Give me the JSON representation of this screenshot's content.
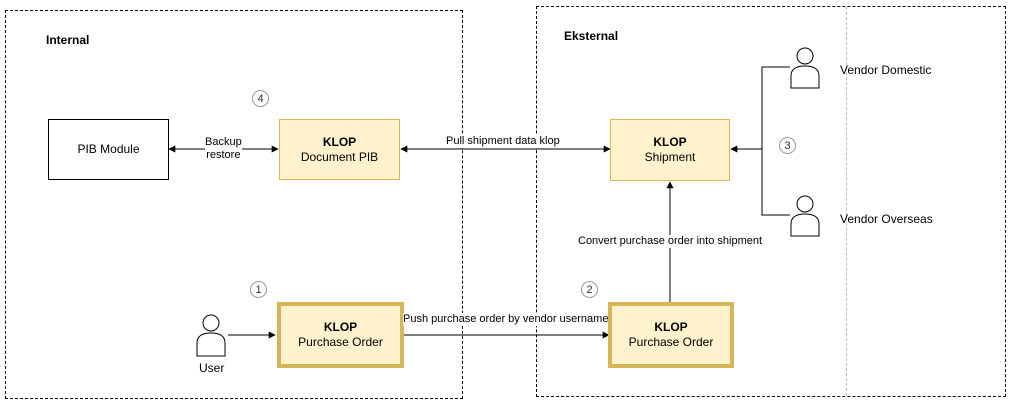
{
  "zones": {
    "internal_title": "Internal",
    "external_title": "Eksternal"
  },
  "nodes": {
    "pib_module": "PIB Module",
    "doc_pib": {
      "title": "KLOP",
      "subtitle": "Document PIB"
    },
    "shipment": {
      "title": "KLOP",
      "subtitle": "Shipment"
    },
    "po_internal": {
      "title": "KLOP",
      "subtitle": "Purchase Order"
    },
    "po_external": {
      "title": "KLOP",
      "subtitle": "Purchase Order"
    }
  },
  "actors": {
    "user": "User",
    "vendor_domestic": "Vendor Domestic",
    "vendor_overseas": "Vendor Overseas"
  },
  "edges": {
    "backup_restore": [
      "Backup",
      "restore"
    ],
    "pull_shipment": "Pull shipment data klop",
    "push_po": "Push purchase order by vendor username",
    "convert_po": "Convert purchase order into shipment"
  },
  "steps": [
    "1",
    "2",
    "3",
    "4"
  ],
  "colors": {
    "klop_fill": "#fff2cc",
    "klop_border": "#d6b656"
  }
}
